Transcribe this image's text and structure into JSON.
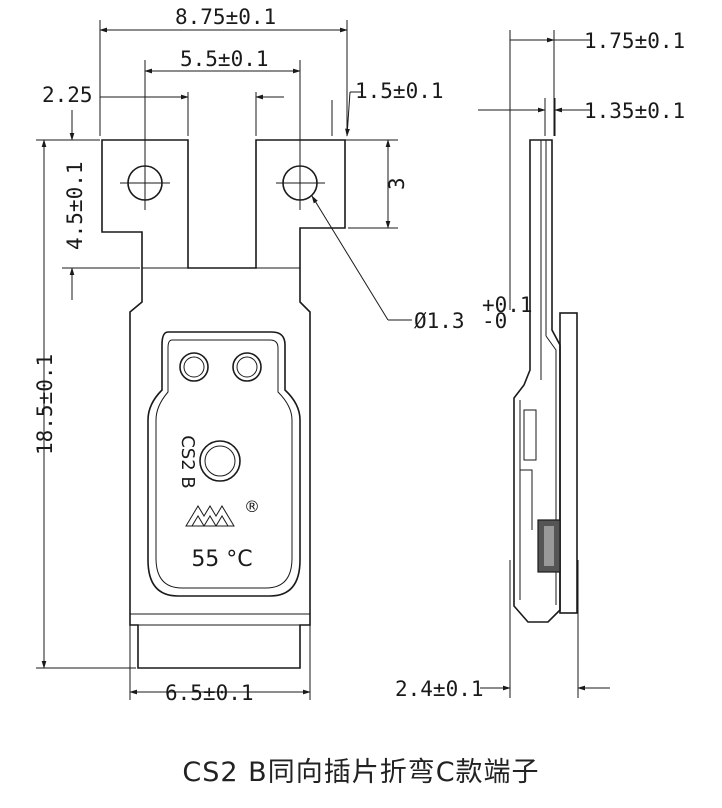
{
  "dimensions": {
    "total_width": "8.75±0.1",
    "hole_spacing": "5.5±0.1",
    "tab_gap": "2.25",
    "tab_width": "1.5±0.1",
    "tab_height": "4.5±0.1",
    "hole_offset": "3",
    "hole_diameter_main": "Ø1.3",
    "hole_diameter_tol_plus": "+0.1",
    "hole_diameter_tol_minus": "-0",
    "overall_length": "18.5±0.1",
    "body_width": "6.5±0.1",
    "side_thickness_top": "1.75±0.1",
    "side_thickness_inner": "1.35±0.1",
    "side_thickness_bottom": "2.4±0.1"
  },
  "body_marking": {
    "model": "CS2 B",
    "temperature": "55 °C",
    "registered": "®"
  },
  "caption": "CS2 B同向插片折弯C款端子"
}
